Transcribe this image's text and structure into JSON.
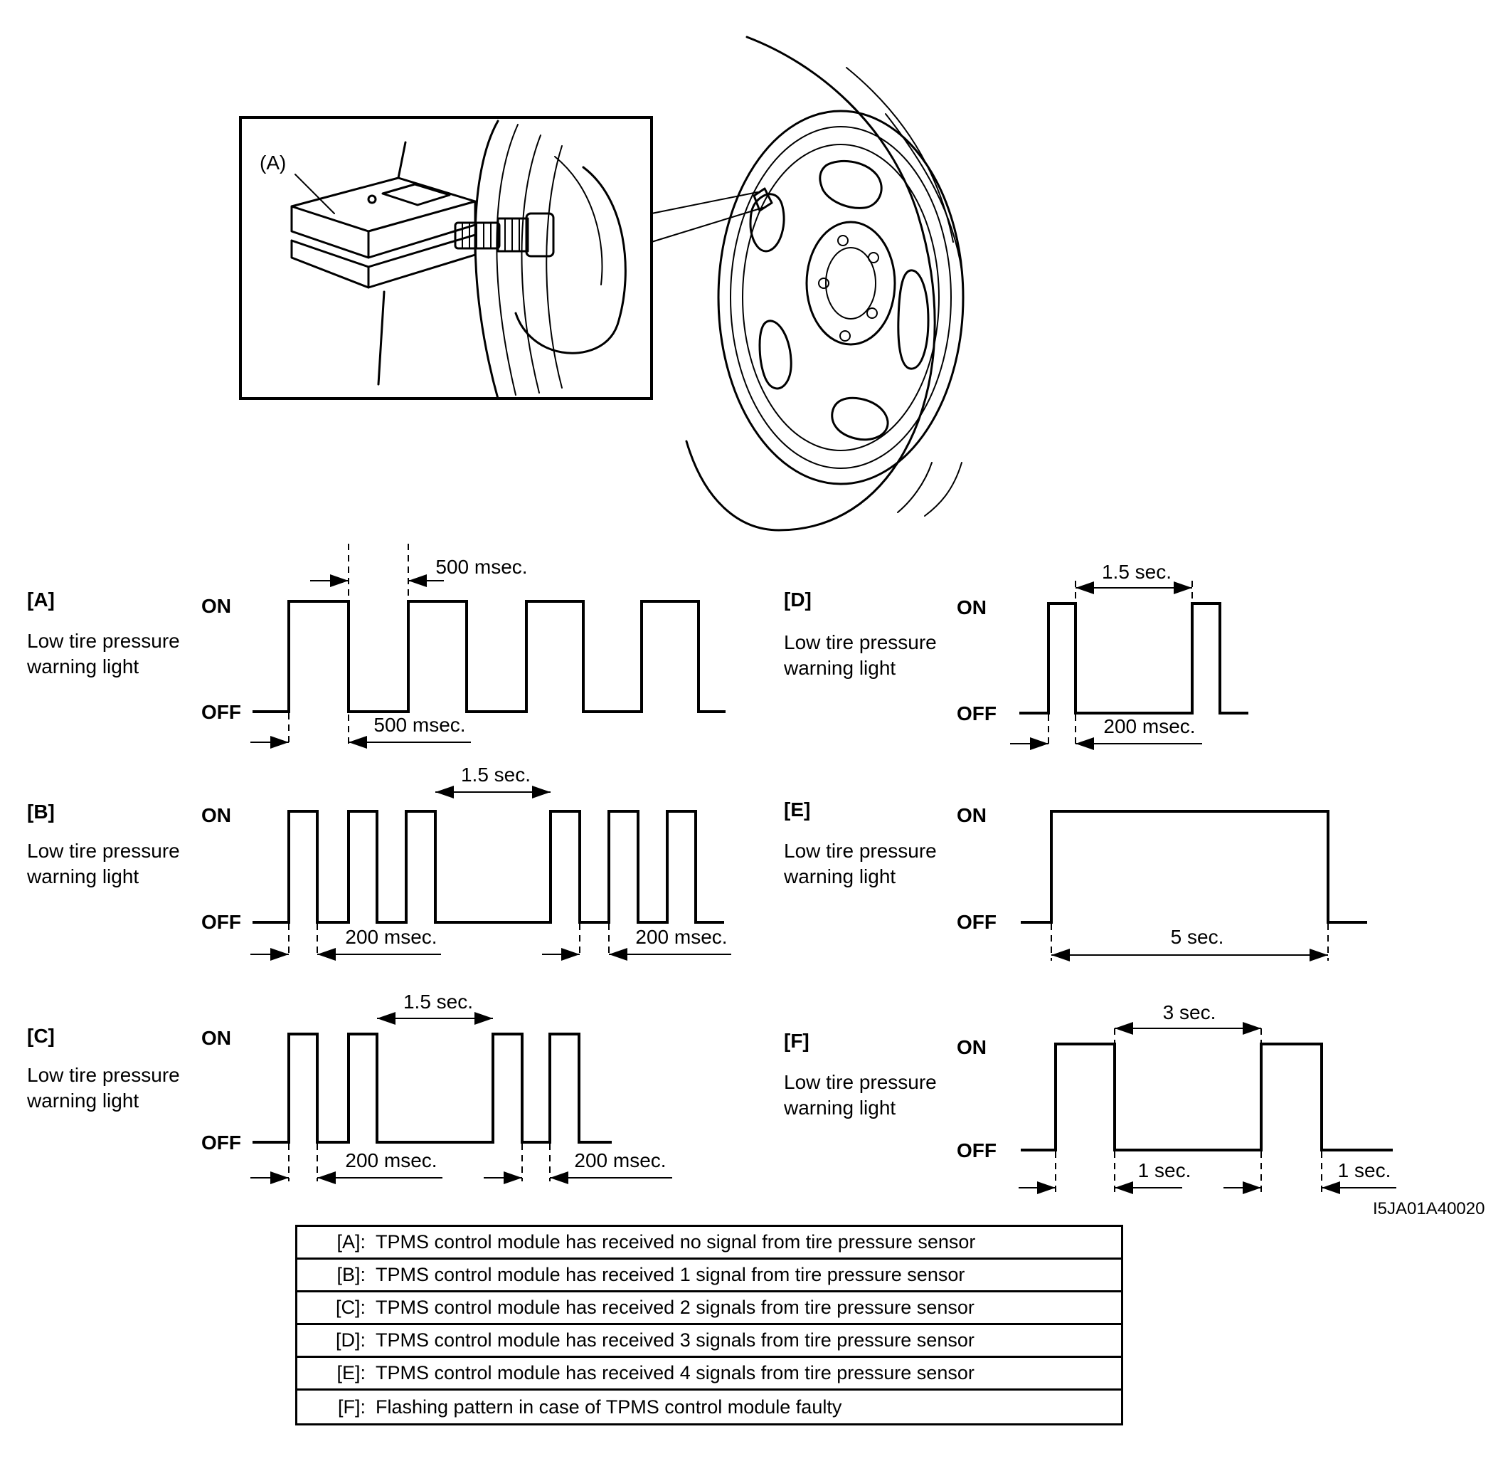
{
  "illustration": {
    "callout": "(A)"
  },
  "figure_id": "I5JA01A40020",
  "panels": [
    {
      "id": "A",
      "tag": "[A]",
      "caption": [
        "Low tire pressure",
        "warning light"
      ],
      "on_label": "ON",
      "off_label": "OFF",
      "dims": [
        {
          "label": "500 msec.",
          "level": "top"
        },
        {
          "label": "500 msec.",
          "level": "bottom"
        }
      ]
    },
    {
      "id": "B",
      "tag": "[B]",
      "caption": [
        "Low tire pressure",
        "warning light"
      ],
      "on_label": "ON",
      "off_label": "OFF",
      "dims": [
        {
          "label": "1.5 sec.",
          "level": "top"
        },
        {
          "label": "200 msec.",
          "level": "bottom"
        },
        {
          "label": "200 msec.",
          "level": "bottom"
        }
      ]
    },
    {
      "id": "C",
      "tag": "[C]",
      "caption": [
        "Low tire pressure",
        "warning light"
      ],
      "on_label": "ON",
      "off_label": "OFF",
      "dims": [
        {
          "label": "1.5 sec.",
          "level": "top"
        },
        {
          "label": "200 msec.",
          "level": "bottom"
        },
        {
          "label": "200 msec.",
          "level": "bottom"
        }
      ]
    },
    {
      "id": "D",
      "tag": "[D]",
      "caption": [
        "Low tire pressure",
        "warning light"
      ],
      "on_label": "ON",
      "off_label": "OFF",
      "dims": [
        {
          "label": "1.5 sec.",
          "level": "top"
        },
        {
          "label": "200 msec.",
          "level": "bottom"
        }
      ]
    },
    {
      "id": "E",
      "tag": "[E]",
      "caption": [
        "Low tire pressure",
        "warning light"
      ],
      "on_label": "ON",
      "off_label": "OFF",
      "dims": [
        {
          "label": "5 sec.",
          "level": "bottom"
        }
      ]
    },
    {
      "id": "F",
      "tag": "[F]",
      "caption": [
        "Low tire pressure",
        "warning light"
      ],
      "on_label": "ON",
      "off_label": "OFF",
      "dims": [
        {
          "label": "3 sec.",
          "level": "top"
        },
        {
          "label": "1 sec.",
          "level": "bottom"
        },
        {
          "label": "1 sec.",
          "level": "bottom"
        }
      ]
    }
  ],
  "legend": [
    {
      "key": "[A]:",
      "text": "TPMS control module has received no signal from tire pressure sensor"
    },
    {
      "key": "[B]:",
      "text": "TPMS control module has received 1 signal from tire pressure sensor"
    },
    {
      "key": "[C]:",
      "text": "TPMS control module has received 2 signals from tire pressure sensor"
    },
    {
      "key": "[D]:",
      "text": "TPMS control module has received 3 signals from tire pressure sensor"
    },
    {
      "key": "[E]:",
      "text": "TPMS control module has received 4 signals from tire pressure sensor"
    },
    {
      "key": "[F]:",
      "text": "Flashing pattern in case of TPMS control module faulty"
    }
  ]
}
